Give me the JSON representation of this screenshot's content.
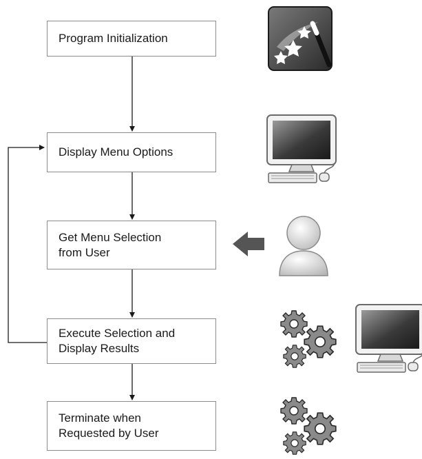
{
  "steps": [
    {
      "label": "Program Initialization"
    },
    {
      "label": "Display Menu Options"
    },
    {
      "label": "Get Menu Selection\nfrom User"
    },
    {
      "label": "Execute Selection and\nDisplay Results"
    },
    {
      "label": "Terminate when\nRequested by User"
    }
  ],
  "icons": {
    "step1": "magic-wand-icon",
    "step2": "computer-icon",
    "step3": [
      "arrow-left-icon",
      "user-icon"
    ],
    "step4": [
      "gears-icon",
      "computer-icon"
    ],
    "step5": "gears-icon"
  }
}
